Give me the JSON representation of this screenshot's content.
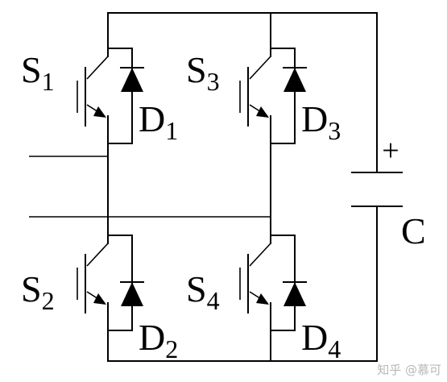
{
  "switches": [
    {
      "letter": "S",
      "index": "1"
    },
    {
      "letter": "S",
      "index": "3"
    },
    {
      "letter": "S",
      "index": "2"
    },
    {
      "letter": "S",
      "index": "4"
    }
  ],
  "diodes": [
    {
      "letter": "D",
      "index": "1"
    },
    {
      "letter": "D",
      "index": "3"
    },
    {
      "letter": "D",
      "index": "2"
    },
    {
      "letter": "D",
      "index": "4"
    }
  ],
  "capacitor": {
    "label": "C",
    "polarity": "+"
  },
  "watermark": "知乎 @慕可",
  "colors": {
    "ink": "#000000",
    "watermark": "#b8b8b8"
  }
}
